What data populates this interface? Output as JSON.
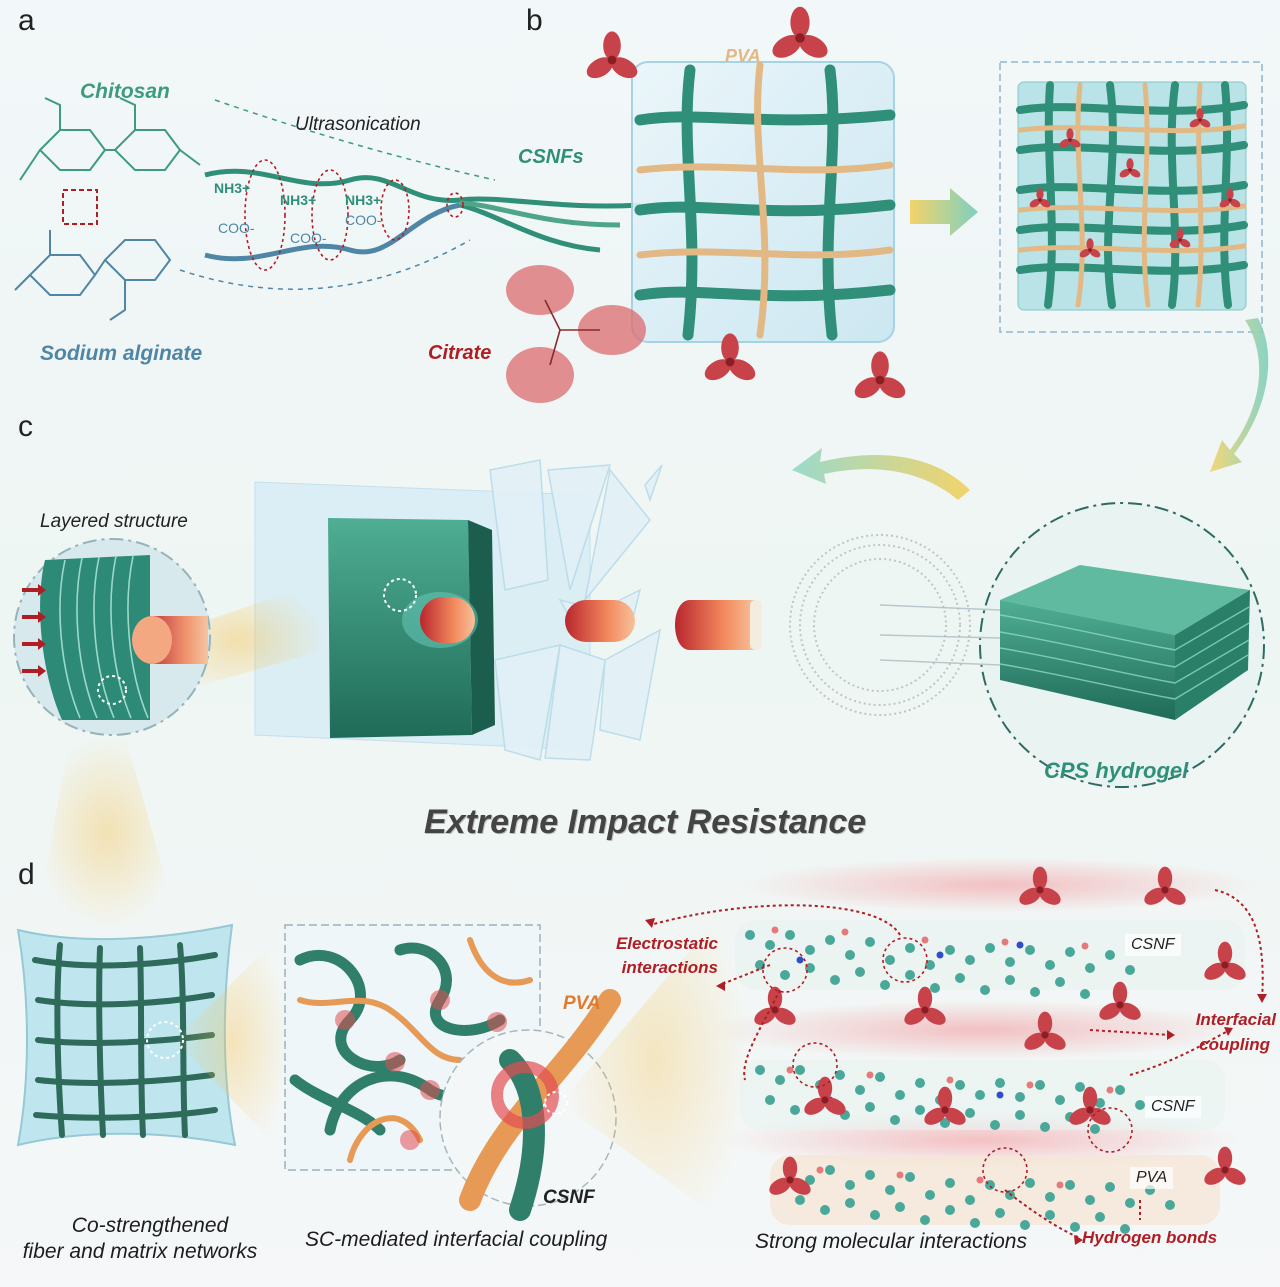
{
  "panels": [
    "a",
    "b",
    "c",
    "d"
  ],
  "panel_a": {
    "chitosan": "Chitosan",
    "sodium_alginate": "Sodium alginate",
    "ultrasonication": "Ultrasonication",
    "nh3": "NH3+",
    "coo": "COO-",
    "csnfs": "CSNFs"
  },
  "panel_b": {
    "pva": "PVA",
    "citrate": "Citrate"
  },
  "panel_c": {
    "layered": "Layered structure",
    "cps": "CPS hydrogel",
    "title": "Extreme Impact Resistance"
  },
  "panel_d": {
    "caption1_line1": "Co-strengthened",
    "caption1_line2": "fiber and matrix networks",
    "caption2": "SC-mediated interfacial coupling",
    "caption3": "Strong molecular interactions",
    "pva": "PVA",
    "csnf": "CSNF",
    "electrostatic_line1": "Electrostatic",
    "electrostatic_line2": "interactions",
    "interfacial_line1": "Interfacial",
    "interfacial_line2": "coupling",
    "hydrogen": "Hydrogen bonds",
    "layer_csnf": "CSNF",
    "layer_pva": "PVA"
  },
  "colors": {
    "teal": "#2f8f78",
    "pva_tan": "#e2b985",
    "citrate_red": "#c8424a",
    "alginate_blue": "#4f86a6",
    "text_red": "#b01e25"
  }
}
